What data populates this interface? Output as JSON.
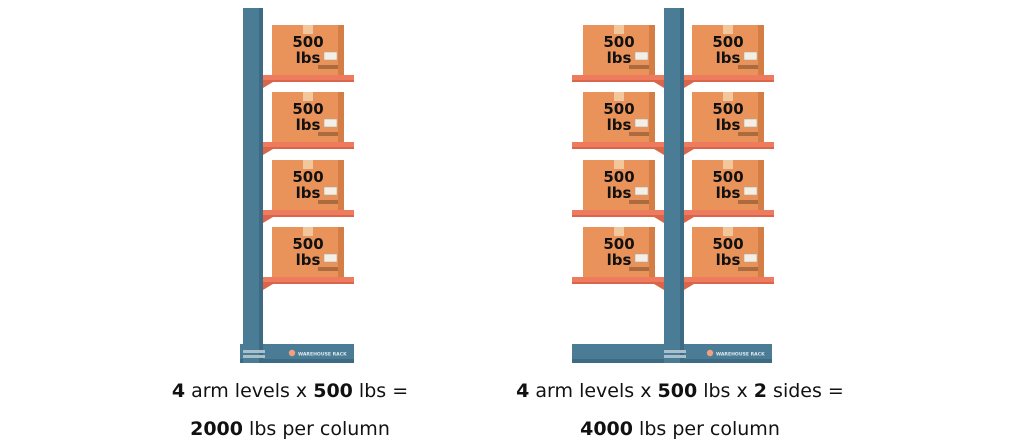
{
  "colors": {
    "column": "#4b7c96",
    "column_shade": "#3e6b84",
    "arm": "#ef7b5e",
    "arm_shade": "#d9664b",
    "box": "#e9935a",
    "box_side": "#d47d45",
    "box_tape": "#f2c79b",
    "box_text": "#111111"
  },
  "box_label": {
    "line1": "500",
    "line2": "lbs"
  },
  "base_logo_text": "WAREHOUSE RACK",
  "racks": [
    {
      "name": "single-sided",
      "sides": 1,
      "levels": 4
    },
    {
      "name": "double-sided",
      "sides": 2,
      "levels": 4
    }
  ],
  "captions": {
    "left": {
      "line1": {
        "levels": "4",
        "arm_levels_text": " arm levels x ",
        "weight": "500",
        "eq_text": " lbs ="
      },
      "line2": {
        "total": "2000",
        "per_text": " lbs per column"
      }
    },
    "right": {
      "line1": {
        "levels": "4",
        "arm_levels_text": " arm levels x ",
        "weight": "500",
        "x_text": " lbs x ",
        "sides": "2",
        "sides_text": " sides ="
      },
      "line2": {
        "total": "4000",
        "per_text": " lbs per column"
      }
    }
  }
}
